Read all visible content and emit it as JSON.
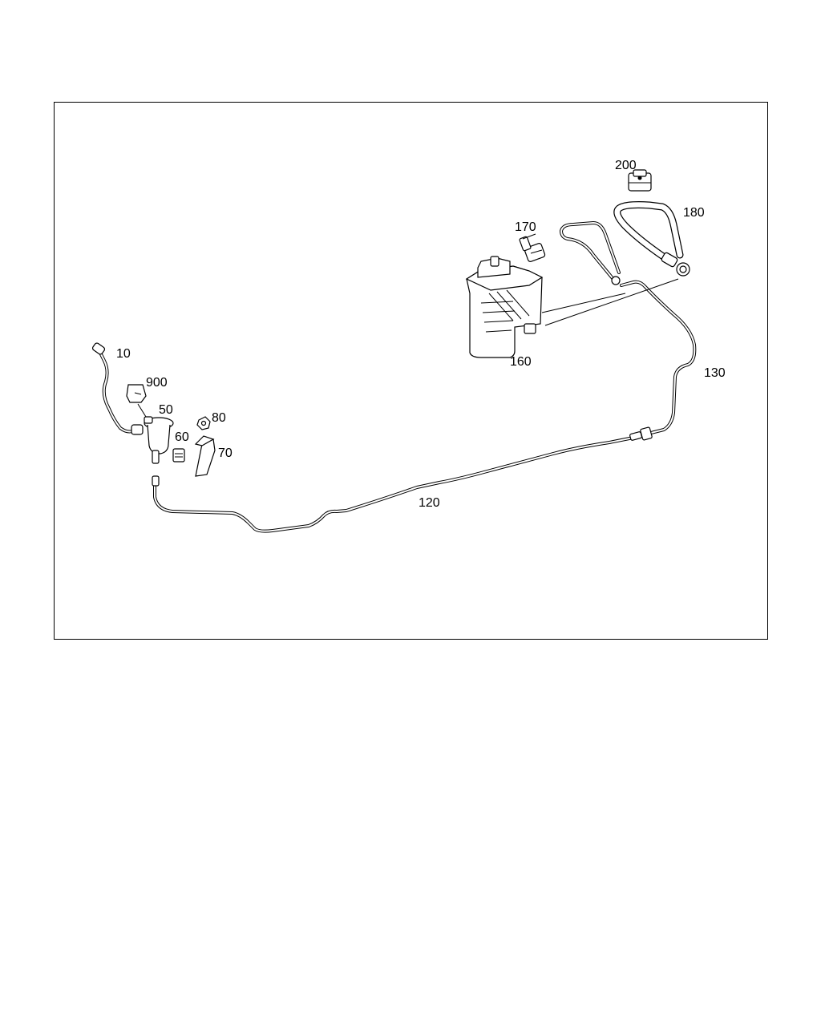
{
  "diagram": {
    "labels": {
      "p10": "10",
      "p900": "900",
      "p50": "50",
      "p80": "80",
      "p60": "60",
      "p70": "70",
      "p120": "120",
      "p130": "130",
      "p160": "160",
      "p170": "170",
      "p180": "180",
      "p200": "200"
    }
  }
}
